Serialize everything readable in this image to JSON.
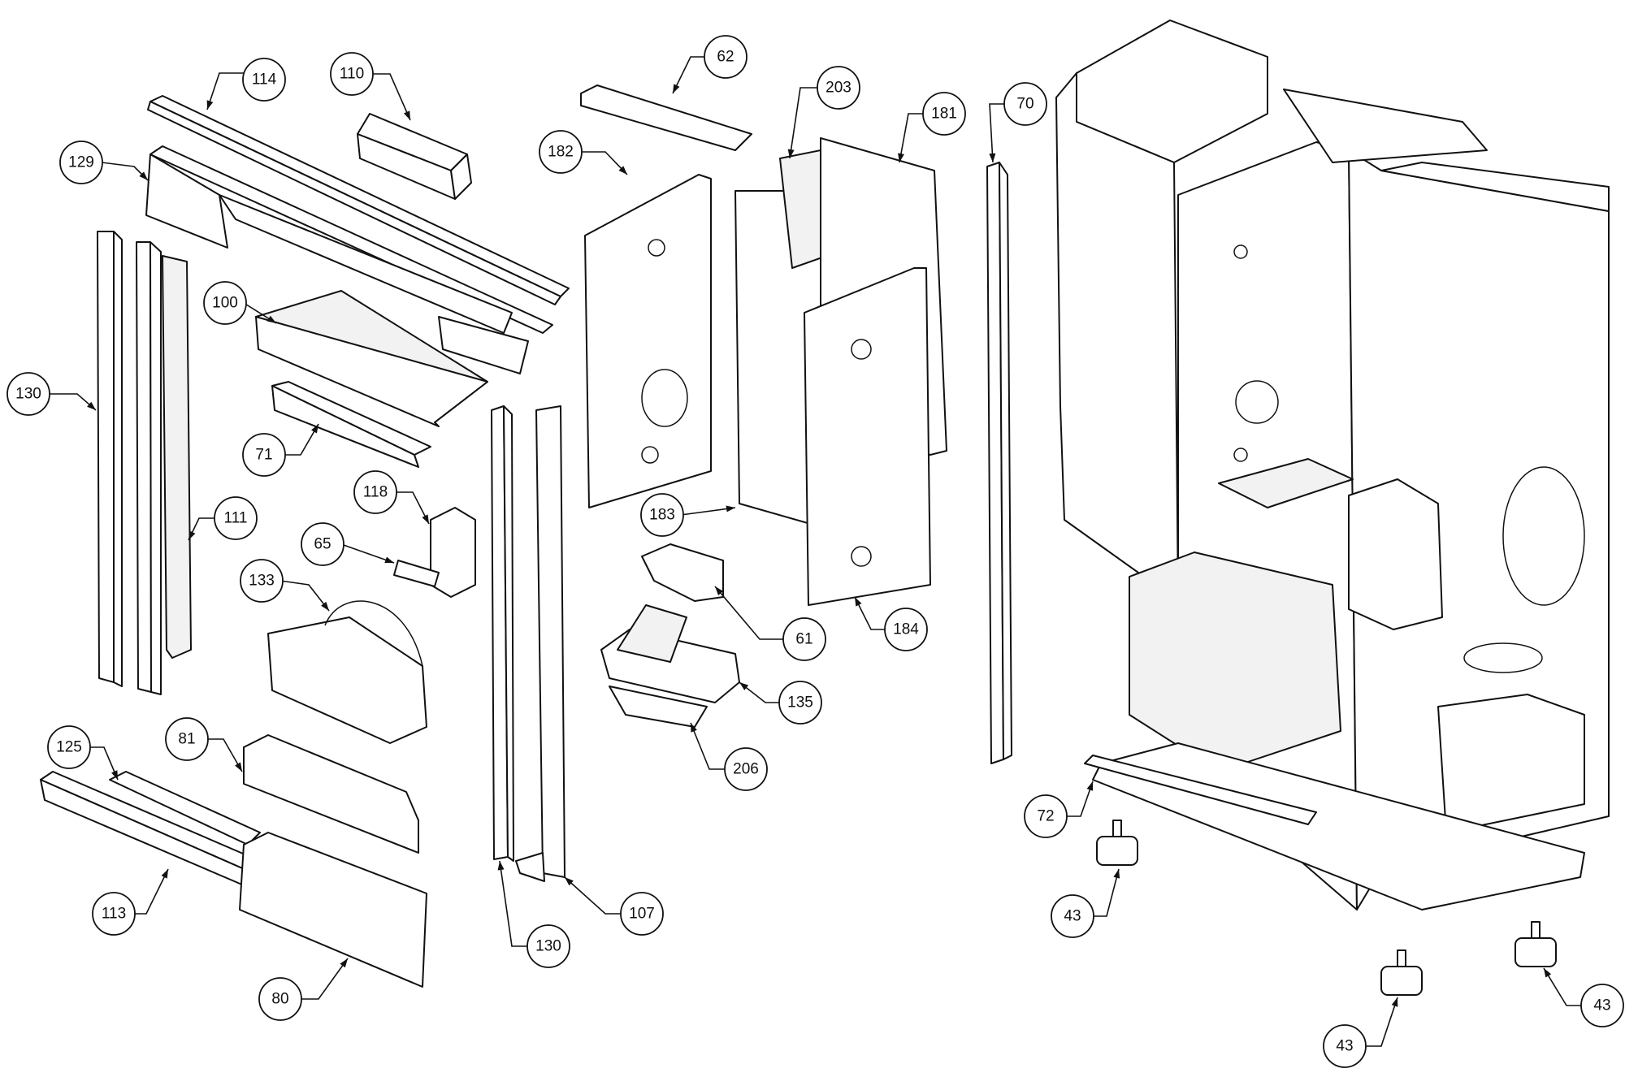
{
  "callouts": [
    {
      "id": "c114",
      "number": "114"
    },
    {
      "id": "c110",
      "number": "110"
    },
    {
      "id": "c129",
      "number": "129"
    },
    {
      "id": "c100",
      "number": "100"
    },
    {
      "id": "c130a",
      "number": "130"
    },
    {
      "id": "c71",
      "number": "71"
    },
    {
      "id": "c111",
      "number": "111"
    },
    {
      "id": "c118",
      "number": "118"
    },
    {
      "id": "c65",
      "number": "65"
    },
    {
      "id": "c133",
      "number": "133"
    },
    {
      "id": "c125",
      "number": "125"
    },
    {
      "id": "c81",
      "number": "81"
    },
    {
      "id": "c113",
      "number": "113"
    },
    {
      "id": "c80",
      "number": "80"
    },
    {
      "id": "c62",
      "number": "62"
    },
    {
      "id": "c182",
      "number": "182"
    },
    {
      "id": "c203",
      "number": "203"
    },
    {
      "id": "c181",
      "number": "181"
    },
    {
      "id": "c183",
      "number": "183"
    },
    {
      "id": "c61",
      "number": "61"
    },
    {
      "id": "c184",
      "number": "184"
    },
    {
      "id": "c135",
      "number": "135"
    },
    {
      "id": "c206",
      "number": "206"
    },
    {
      "id": "c130b",
      "number": "130"
    },
    {
      "id": "c107",
      "number": "107"
    },
    {
      "id": "c70",
      "number": "70"
    },
    {
      "id": "c72",
      "number": "72"
    },
    {
      "id": "c43a",
      "number": "43"
    },
    {
      "id": "c43b",
      "number": "43"
    },
    {
      "id": "c43c",
      "number": "43"
    }
  ]
}
